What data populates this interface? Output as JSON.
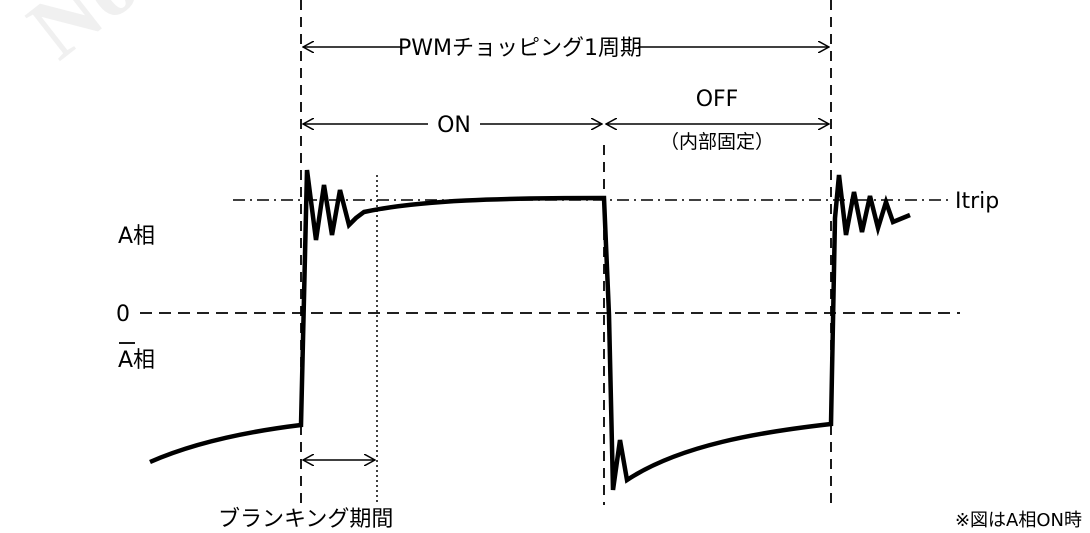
{
  "watermark": "Not Reco",
  "labels": {
    "pwm_period": "PWMチョッピング1周期",
    "on": "ON",
    "off": "OFF",
    "off_note": "（内部固定）",
    "itrip": "Itrip",
    "phase_a": "A相",
    "zero": "0",
    "phase_a_bar": "A相",
    "blanking": "ブランキング期間",
    "footnote": "※図はA相ON時"
  }
}
